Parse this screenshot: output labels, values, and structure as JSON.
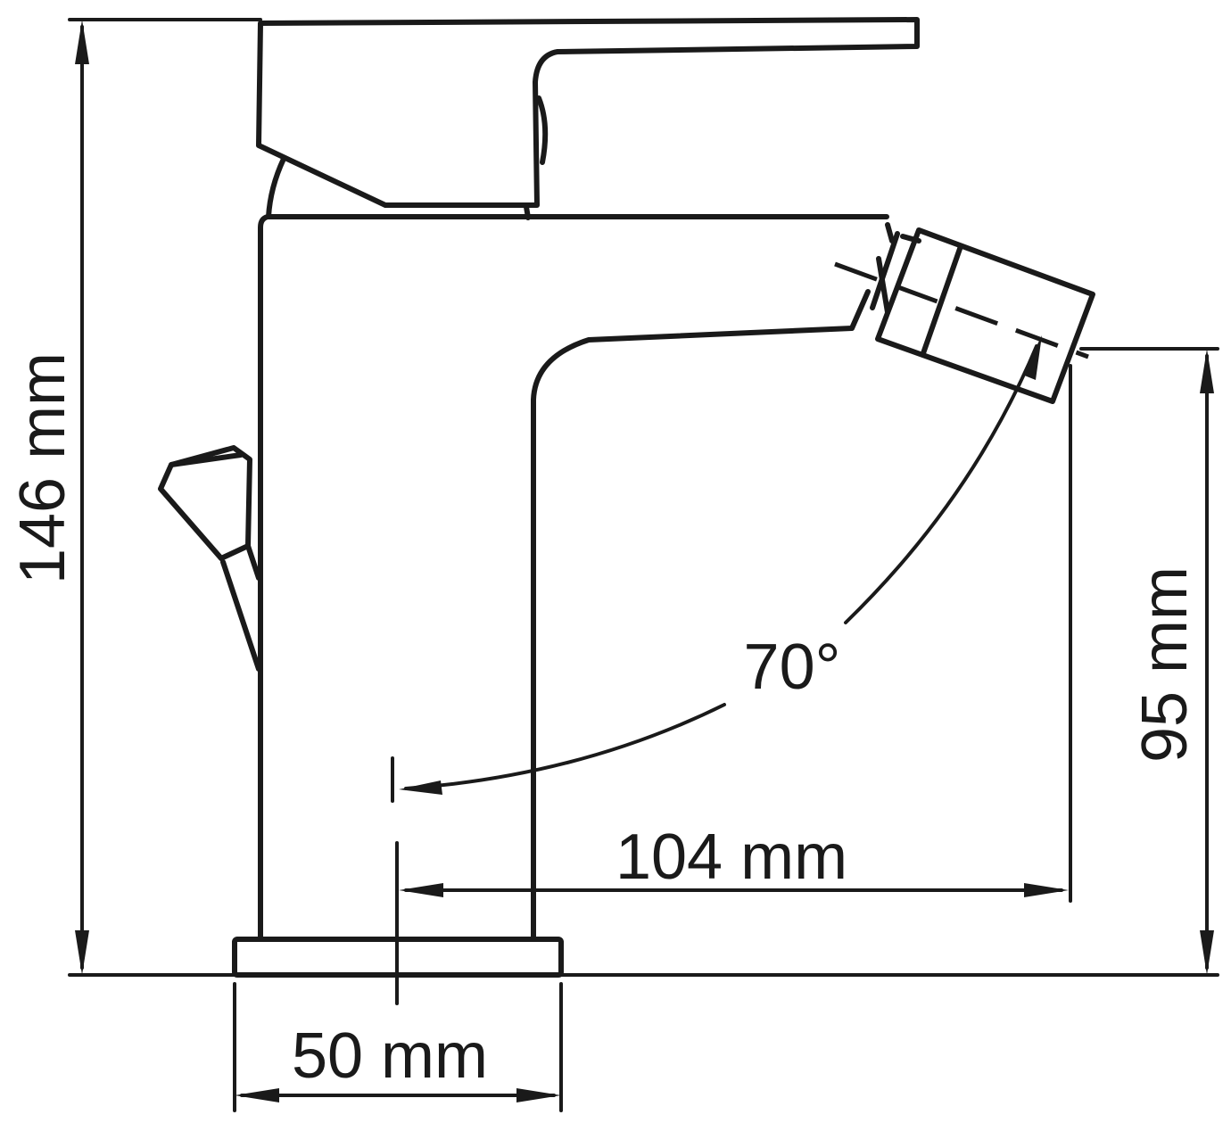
{
  "dimensions": {
    "total_height": "146 mm",
    "spout_height": "95 mm",
    "spout_reach": "104 mm",
    "base_width": "50 mm",
    "swivel_angle": "70°"
  },
  "colors": {
    "line": "#1a1a1a",
    "background": "#ffffff"
  }
}
